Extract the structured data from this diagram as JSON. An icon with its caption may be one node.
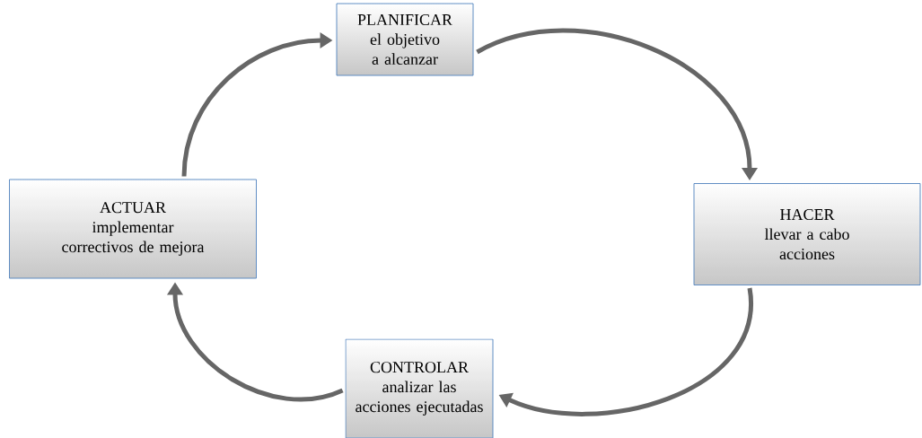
{
  "diagram": {
    "nodes": [
      {
        "text": [
          "PLANIFICAR",
          "el objetivo a alcanzar"
        ]
      },
      {
        "text": [
          "HACER",
          "llevar a cabo acciones"
        ]
      },
      {
        "text": [
          "CONTROLAR",
          "analizar las acciones ejecutadas"
        ]
      },
      {
        "text": [
          "ACTUAR",
          "implementar correctivos de mejora"
        ]
      }
    ],
    "edges": [
      {
        "from": 0,
        "to": 1,
        "arrow": "to"
      },
      {
        "from": 1,
        "to": 2,
        "arrow": "to"
      },
      {
        "from": 2,
        "to": 3,
        "arrow": "to"
      },
      {
        "from": 3,
        "to": 0,
        "arrow": "to"
      }
    ]
  }
}
